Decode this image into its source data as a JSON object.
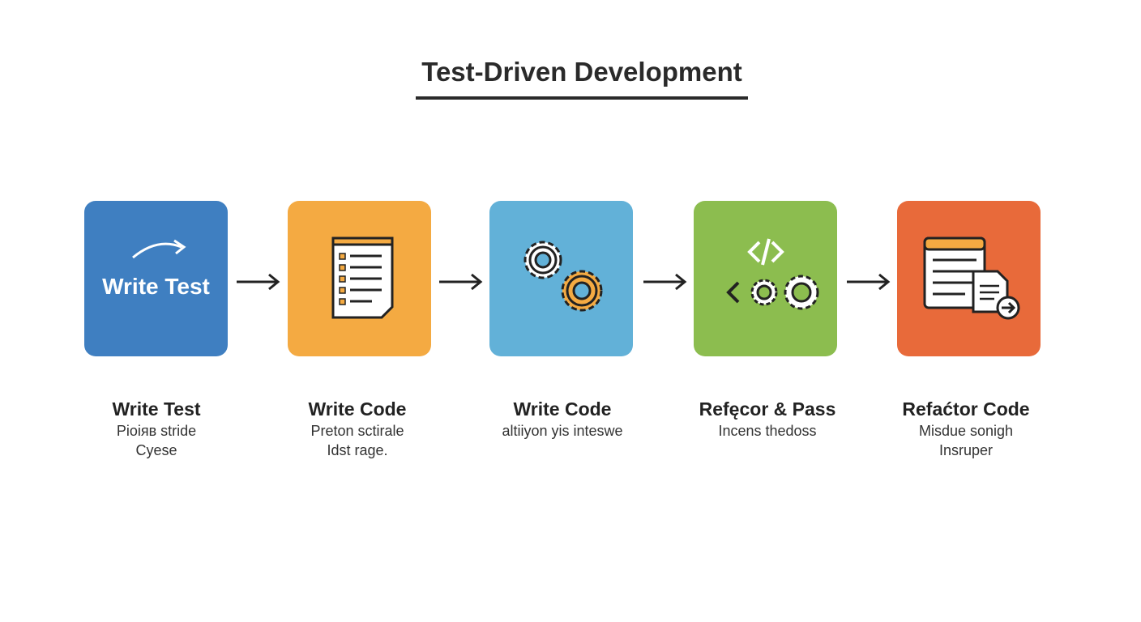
{
  "title": "Test-Driven Development",
  "steps": [
    {
      "label": "Write Test",
      "icon_text": "Write Test",
      "desc1": "Pioiяв stride",
      "desc2": "Cyese",
      "color": "#3f7fc1",
      "icon": "curved-arrow-icon"
    },
    {
      "label": "Write Code",
      "desc1": "Preton sctirale",
      "desc2": "Idst rage.",
      "color": "#f4aa42",
      "icon": "checklist-document-icon"
    },
    {
      "label": "Write Code",
      "desc1": "altiiyon yis inteswe",
      "desc2": "",
      "color": "#62b1d8",
      "icon": "gears-icon"
    },
    {
      "label": "Refęcor & Pass",
      "desc1": "Incens thedoss",
      "desc2": "",
      "color": "#8cbd4f",
      "icon": "code-gears-icon"
    },
    {
      "label": "Refaćtor Code",
      "desc1": "Misdue sonigh",
      "desc2": "Insruper",
      "color": "#e86a3a",
      "icon": "window-document-icon"
    }
  ]
}
